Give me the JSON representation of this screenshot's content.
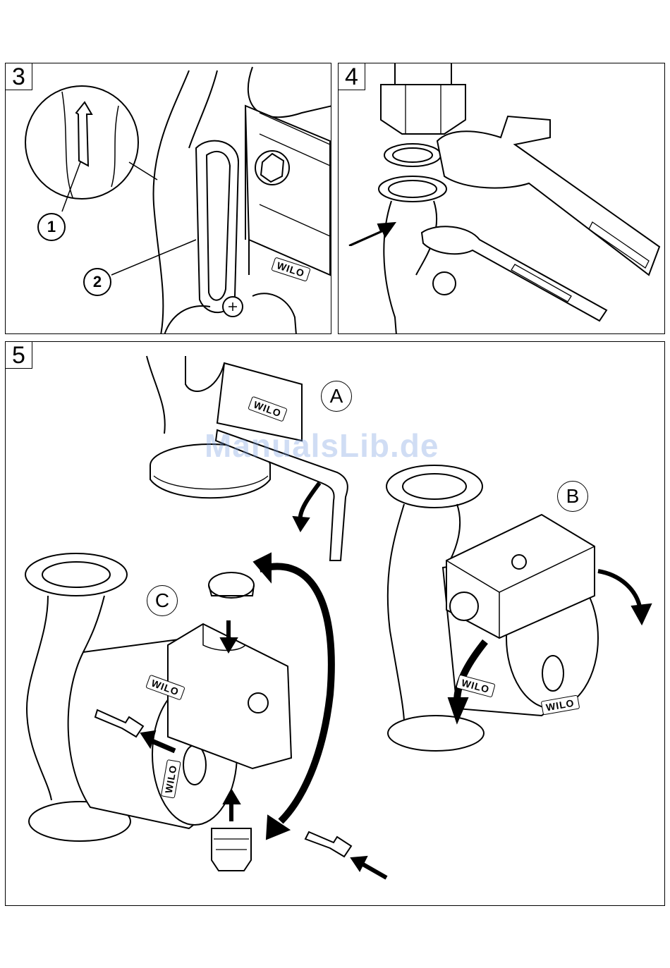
{
  "figures": {
    "fig3": {
      "number": "3",
      "callouts": [
        "1",
        "2"
      ],
      "brand": "WILO"
    },
    "fig4": {
      "number": "4"
    },
    "fig5": {
      "number": "5",
      "steps": {
        "a": "A",
        "b": "B",
        "c": "C"
      },
      "brand_a": "WILO",
      "brand_b1": "WILO",
      "brand_b2": "WILO",
      "brand_c1": "WILO",
      "brand_c2": "WILO"
    }
  },
  "watermark": "ManualsLib.de",
  "icons": [
    "flow-arrow-icon",
    "push-arrow-icon",
    "rotate-arrow-icon",
    "wrench-icon",
    "hex-key-icon",
    "screw-icon",
    "plug-icon",
    "cap-icon"
  ]
}
